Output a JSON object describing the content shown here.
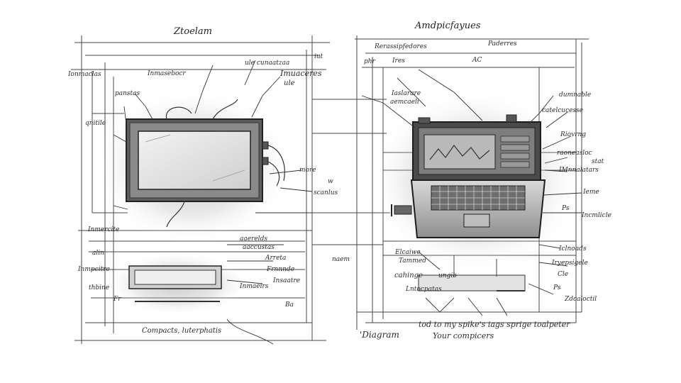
{
  "left_panel": {
    "title": "Ztoelam",
    "labels": {
      "top_right_a": "iut",
      "top_right_b": "ule cunaatzaa",
      "left_top": "Ionmaclas",
      "mid_top": "Inmasebocr",
      "right_top": "Imuaceres",
      "right_top_b": "ule",
      "upper_left": "panstas",
      "left_mid": "qnitile",
      "right_mid_a": "more",
      "right_mid_b": "scanlus",
      "right_mid_c": "w",
      "lower_left": "Inmercite",
      "mid_lower_a": "aaerelds",
      "mid_lower_b": "aaccustas",
      "bottom_left_a": "alin",
      "bottom_left_b": "Inmpcitre",
      "bottom_left_c": "thbine",
      "bottom_left_d": "Fr",
      "bottom_mid_a": "Arreta",
      "bottom_mid_b": "Frnnnde",
      "bottom_mid_c": "Inmaeirs",
      "bottom_mid_d": "Insaatre",
      "bottom_right": "Ba",
      "footer": "Compacts, luterphatis"
    }
  },
  "right_panel": {
    "title": "Amdpicfayues",
    "labels": {
      "header_a": "Rerassipfedores",
      "header_b": "Paderres",
      "col_a": "phr",
      "col_b": "Ires",
      "col_c": "AC",
      "left_a": "Iaslarare",
      "left_b": "aemcaeli",
      "right_a": "dumnable",
      "right_b": "catelcucesse",
      "right_c": "Riovrng",
      "right_d": "raoneasloc",
      "right_e": "stat",
      "right_f": "IMnnalatars",
      "right_g": "Ieme",
      "right_h": "Ps",
      "right_i": "Incmlicle",
      "left_c": "naem",
      "left_d": "Elcaiwe",
      "left_e": "Tammed",
      "left_f": "cahinge",
      "left_g": "ungib",
      "left_h": "Lntocpatas",
      "right_j": "Iclnoads",
      "right_k": "Iryepsigele",
      "right_l": "Ps",
      "right_m": "Cle",
      "right_n": "Zdcaloctil",
      "caption_a": "'Diagram",
      "caption_b": "tod to my spike's iags sprige toalpeter",
      "caption_c": "Your compicers"
    }
  }
}
